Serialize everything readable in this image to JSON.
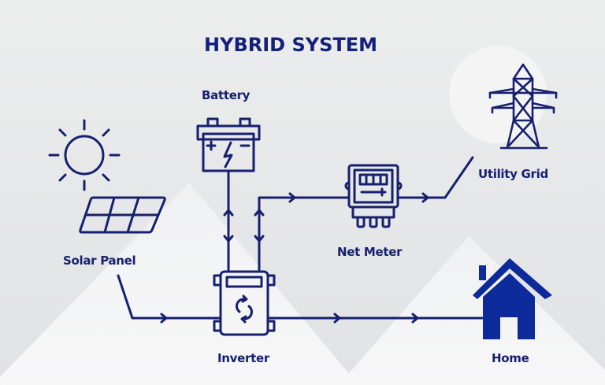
{
  "title": "HYBRID SYSTEM",
  "labels": {
    "battery": "Battery",
    "solar_panel": "Solar Panel",
    "net_meter": "Net Meter",
    "utility_grid": "Utility Grid",
    "inverter": "Inverter",
    "home": "Home"
  },
  "colors": {
    "primary": "#16206e",
    "home_fill": "#0d2a9a",
    "background": "#e6e7e9",
    "mountain": "#f3f4f5"
  },
  "icons": [
    "sun-icon",
    "solar-panel-icon",
    "battery-icon",
    "net-meter-icon",
    "transmission-tower-icon",
    "inverter-icon",
    "home-icon"
  ],
  "flows": [
    {
      "from": "Solar Panel",
      "to": "Inverter",
      "direction": "one-way"
    },
    {
      "from": "Inverter",
      "to": "Battery",
      "direction": "two-way"
    },
    {
      "from": "Inverter",
      "to": "Net Meter",
      "direction": "two-way"
    },
    {
      "from": "Net Meter",
      "to": "Utility Grid",
      "direction": "one-way"
    },
    {
      "from": "Inverter",
      "to": "Home",
      "direction": "one-way"
    }
  ]
}
